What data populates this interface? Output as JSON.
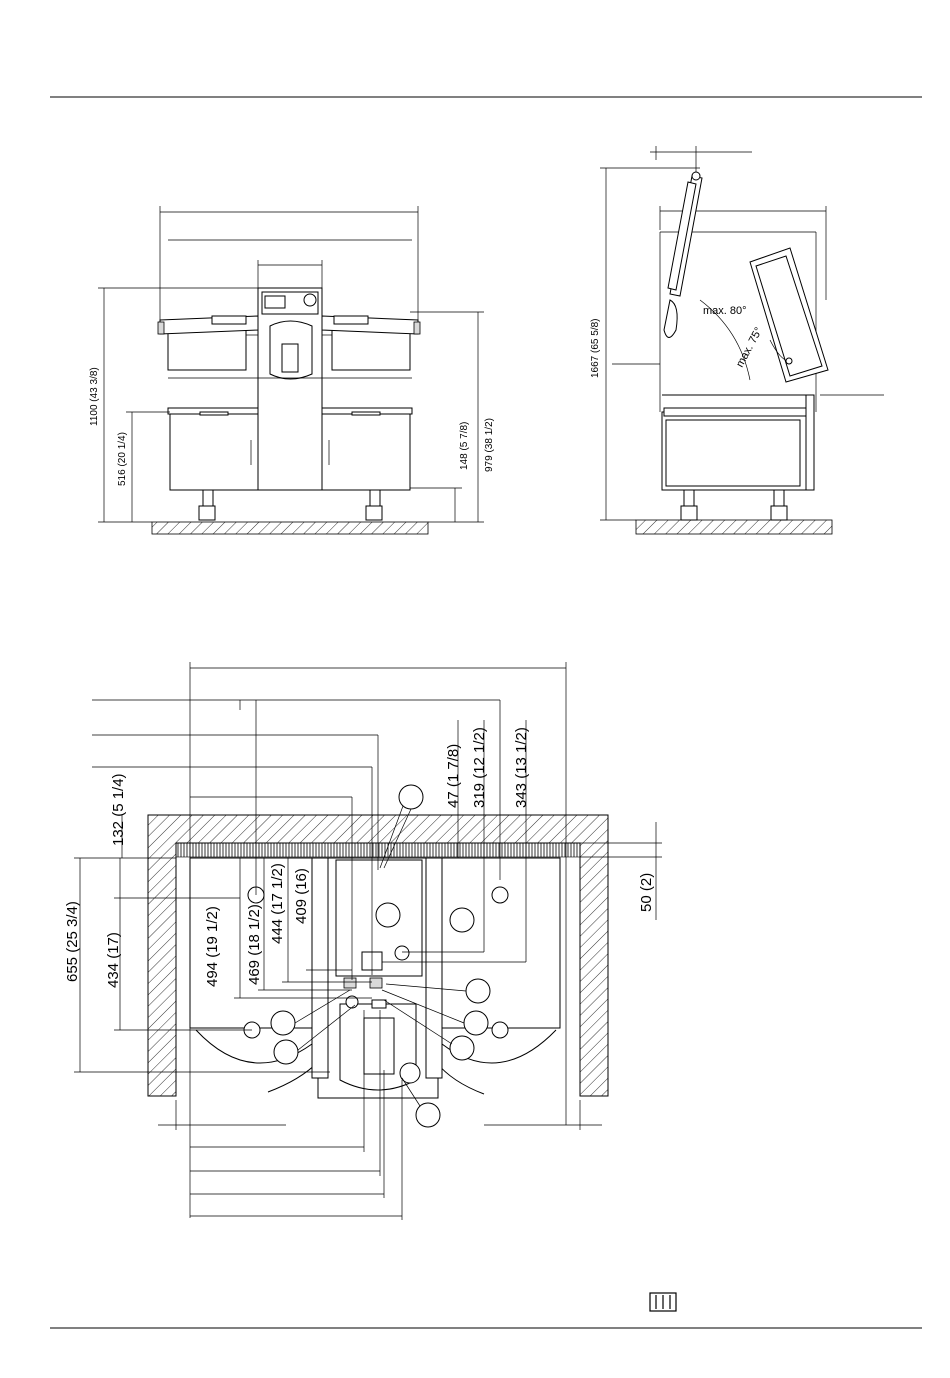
{
  "front_view": {
    "dim_height_total": "1100 (43 3/8)",
    "dim_height_base": "516 (20 1/4)",
    "dim_right_lower": "148 (5 7/8)",
    "dim_right_upper": "979 (38 1/2)"
  },
  "side_view": {
    "dim_height_open": "1667 (65 5/8)",
    "angle_lid": "max. 80°",
    "angle_pan": "max. 75°"
  },
  "plan_view": {
    "dim_wall_depth": "132 (5 1/4)",
    "dim_total_depth": "655 (25 3/4)",
    "dim_434": "434 (17)",
    "dim_494": "494 (19 1/2)",
    "dim_469": "469 (18 1/2)",
    "dim_444": "444 (17 1/2)",
    "dim_409": "409 (16)",
    "dim_47": "47 (1 7/8)",
    "dim_319": "319 (12 1/2)",
    "dim_343": "343 (13 1/2)",
    "dim_50": "50 (2)"
  }
}
